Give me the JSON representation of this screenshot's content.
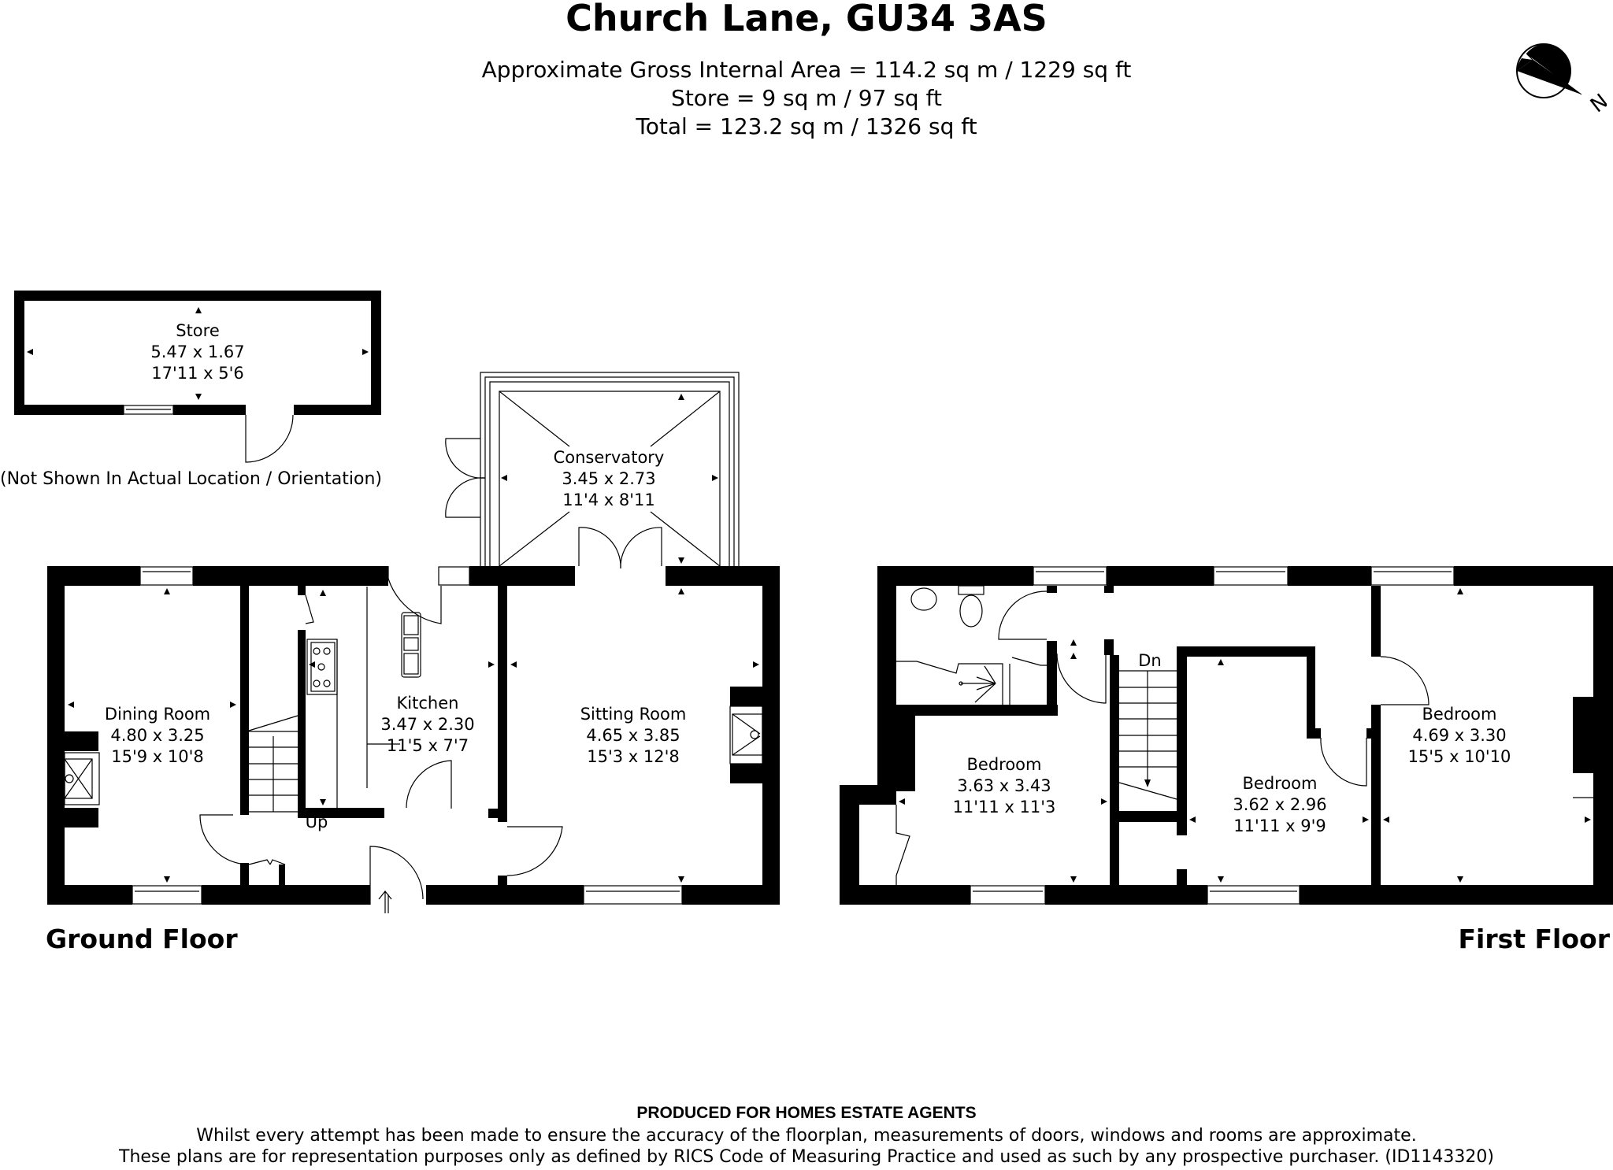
{
  "header": {
    "title": "Church Lane, GU34 3AS",
    "area_lines": [
      "Approximate Gross Internal Area = 114.2 sq m / 1229 sq ft",
      "Store = 9 sq m / 97 sq ft",
      "Total = 123.2 sq m / 1326 sq ft"
    ]
  },
  "compass": {
    "icon": "north-arrow-icon",
    "label": "N"
  },
  "store": {
    "name": "Store",
    "metric": "5.47 x 1.67",
    "imperial": "17'11 x 5'6",
    "note": "(Not Shown In Actual Location / Orientation)"
  },
  "ground_floor": {
    "label": "Ground Floor",
    "stairs_label": "Up",
    "rooms": [
      {
        "name": "Dining Room",
        "metric": "4.80 x 3.25",
        "imperial": "15'9 x 10'8"
      },
      {
        "name": "Kitchen",
        "metric": "3.47 x 2.30",
        "imperial": "11'5 x 7'7"
      },
      {
        "name": "Sitting Room",
        "metric": "4.65 x 3.85",
        "imperial": "15'3 x 12'8"
      },
      {
        "name": "Conservatory",
        "metric": "3.45 x 2.73",
        "imperial": "11'4 x 8'11"
      }
    ]
  },
  "first_floor": {
    "label": "First Floor",
    "stairs_label": "Dn",
    "rooms": [
      {
        "name": "Bedroom",
        "metric": "3.63 x 3.43",
        "imperial": "11'11 x 11'3"
      },
      {
        "name": "Bedroom",
        "metric": "3.62 x 2.96",
        "imperial": "11'11 x 9'9"
      },
      {
        "name": "Bedroom",
        "metric": "4.69 x 3.30",
        "imperial": "15'5 x 10'10"
      }
    ]
  },
  "footer": {
    "heading": "PRODUCED FOR HOMES ESTATE AGENTS",
    "lines": [
      "Whilst every attempt has been made to ensure the accuracy of the floorplan, measurements of doors, windows and rooms are approximate.",
      "These plans are for representation purposes only as defined by RICS Code of Measuring Practice and used as such by any prospective purchaser. (ID1143320)"
    ]
  }
}
